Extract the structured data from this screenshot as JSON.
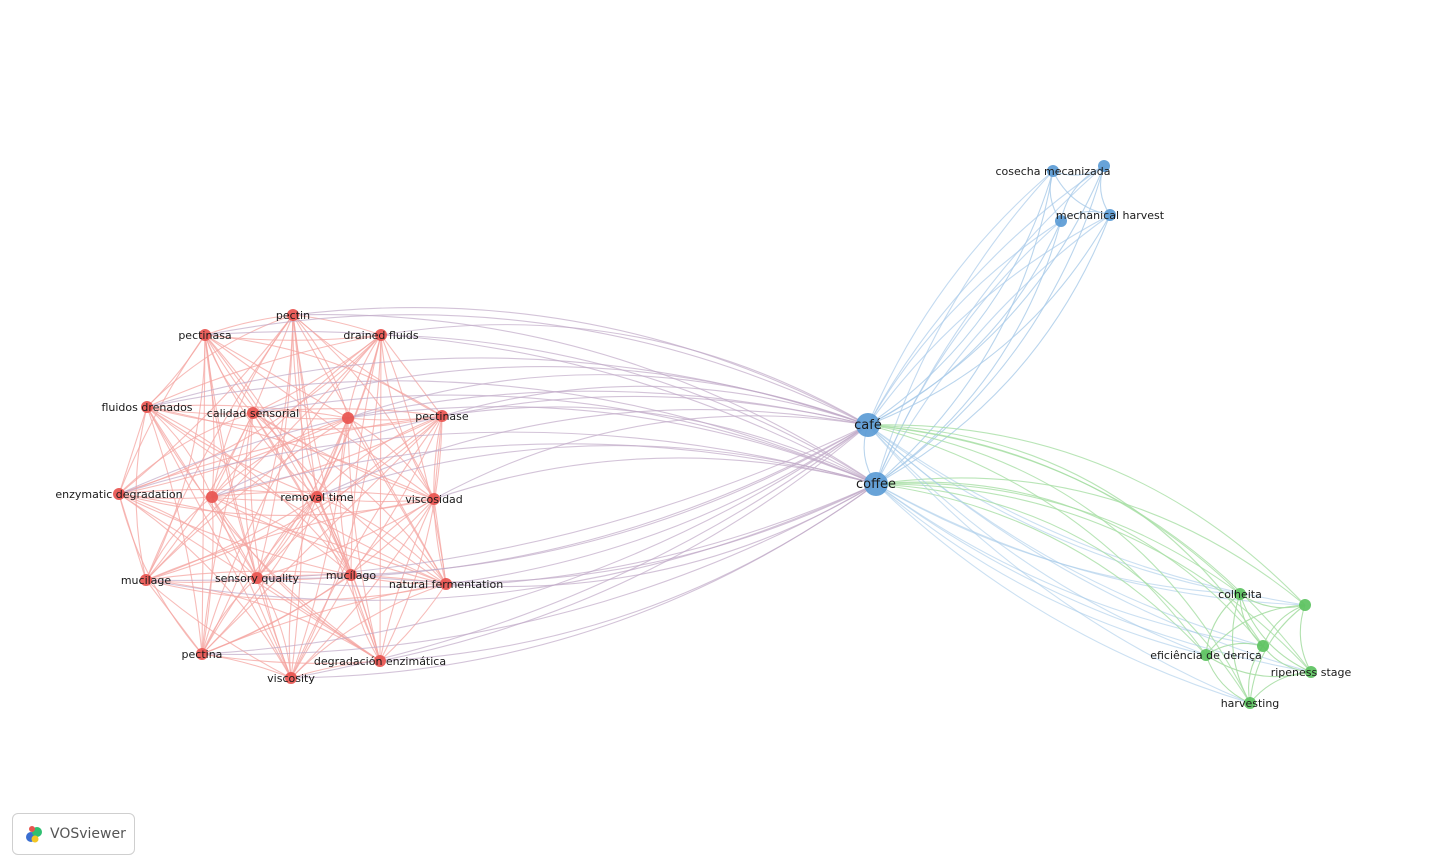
{
  "clusters": {
    "red": "#e8544f",
    "blue": "#5b9bd5",
    "green": "#5cc25f"
  },
  "edge_colors": {
    "red": "#f4a6a1",
    "blue": "#a9cbe9",
    "green": "#a8dea5",
    "red_blue": "#c0a9c7"
  },
  "nodes": [
    {
      "id": "pectin",
      "label": "pectin",
      "cluster": "red"
    },
    {
      "id": "pectinasa",
      "label": "pectinasa",
      "cluster": "red"
    },
    {
      "id": "drained-fluids",
      "label": "drained fluids",
      "cluster": "red"
    },
    {
      "id": "fluidos-drenados",
      "label": "fluidos drenados",
      "cluster": "red"
    },
    {
      "id": "calidad-sensorial",
      "label": "calidad sensorial",
      "cluster": "red"
    },
    {
      "id": "red-unlabeled-1",
      "label": "",
      "cluster": "red"
    },
    {
      "id": "pectinase",
      "label": "pectinase",
      "cluster": "red"
    },
    {
      "id": "enzymatic-degradation",
      "label": "enzymatic degradation",
      "cluster": "red"
    },
    {
      "id": "red-unlabeled-2",
      "label": "",
      "cluster": "red"
    },
    {
      "id": "removal-time",
      "label": "removal time",
      "cluster": "red"
    },
    {
      "id": "viscosidad",
      "label": "viscosidad",
      "cluster": "red"
    },
    {
      "id": "mucilage",
      "label": "mucilage",
      "cluster": "red"
    },
    {
      "id": "sensory-quality",
      "label": "sensory quality",
      "cluster": "red"
    },
    {
      "id": "mucilago",
      "label": "mucílago",
      "cluster": "red"
    },
    {
      "id": "natural-fermentation",
      "label": "natural fermentation",
      "cluster": "red"
    },
    {
      "id": "pectina",
      "label": "pectina",
      "cluster": "red"
    },
    {
      "id": "degradacion-enzimatica",
      "label": "degradación enzimática",
      "cluster": "red"
    },
    {
      "id": "viscosity",
      "label": "viscosity",
      "cluster": "red"
    },
    {
      "id": "cafe",
      "label": "café",
      "cluster": "blue",
      "big": true
    },
    {
      "id": "coffee",
      "label": "coffee",
      "cluster": "blue",
      "big": true
    },
    {
      "id": "cosecha-mecanizada",
      "label": "cosecha mecanizada",
      "cluster": "blue"
    },
    {
      "id": "blue-unlabeled-1",
      "label": "",
      "cluster": "blue"
    },
    {
      "id": "mechanical-harvest",
      "label": "mechanical harvest",
      "cluster": "blue"
    },
    {
      "id": "blue-unlabeled-2",
      "label": "",
      "cluster": "blue"
    },
    {
      "id": "colheita",
      "label": "colheita",
      "cluster": "green"
    },
    {
      "id": "green-unlabeled-1",
      "label": "",
      "cluster": "green"
    },
    {
      "id": "green-unlabeled-2",
      "label": "",
      "cluster": "green"
    },
    {
      "id": "eficiencia-de-derrica",
      "label": "eficiência de derriça",
      "cluster": "green"
    },
    {
      "id": "ripeness-stage",
      "label": "ripeness stage",
      "cluster": "green"
    },
    {
      "id": "harvesting",
      "label": "harvesting",
      "cluster": "green"
    }
  ],
  "branding": {
    "app_name": "VOSviewer",
    "logo_icon": "vosviewer-logo-icon"
  }
}
